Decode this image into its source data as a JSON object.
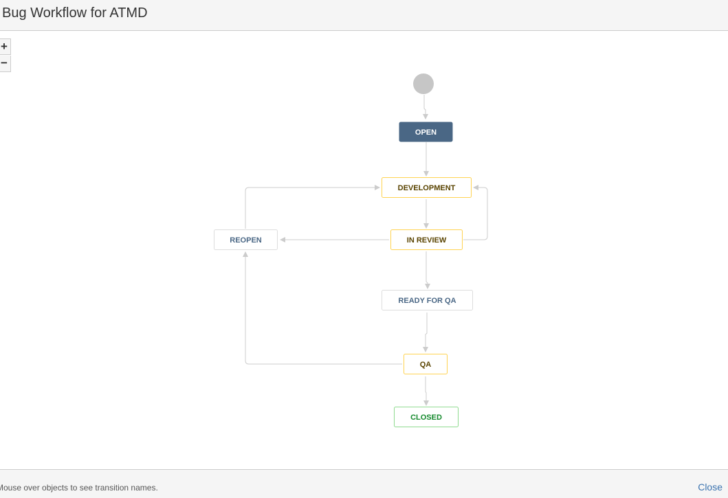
{
  "dialog": {
    "title": "Bug Workflow for ATMD",
    "zoom_in_label": "+",
    "zoom_out_label": "−",
    "hint": "Mouse over objects to see transition names.",
    "close_label": "Close"
  },
  "workflow": {
    "statuses": [
      {
        "id": "open",
        "label": "OPEN",
        "category": "new"
      },
      {
        "id": "development",
        "label": "DEVELOPMENT",
        "category": "in-progress"
      },
      {
        "id": "in-review",
        "label": "IN REVIEW",
        "category": "in-progress"
      },
      {
        "id": "reopen",
        "label": "REOPEN",
        "category": "to-do"
      },
      {
        "id": "ready-for-qa",
        "label": "READY FOR QA",
        "category": "to-do"
      },
      {
        "id": "qa",
        "label": "QA",
        "category": "in-progress"
      },
      {
        "id": "closed",
        "label": "CLOSED",
        "category": "done"
      }
    ],
    "colors": {
      "new_fill": "#4a6785",
      "in_progress_border": "#ffd351",
      "in_progress_text": "#594300",
      "todo_border": "#dddddd",
      "todo_text": "#4a6785",
      "done_border": "#8fdb8f",
      "done_text": "#14892c",
      "connector": "#cccccc",
      "start_node": "#c6c6c6"
    }
  }
}
